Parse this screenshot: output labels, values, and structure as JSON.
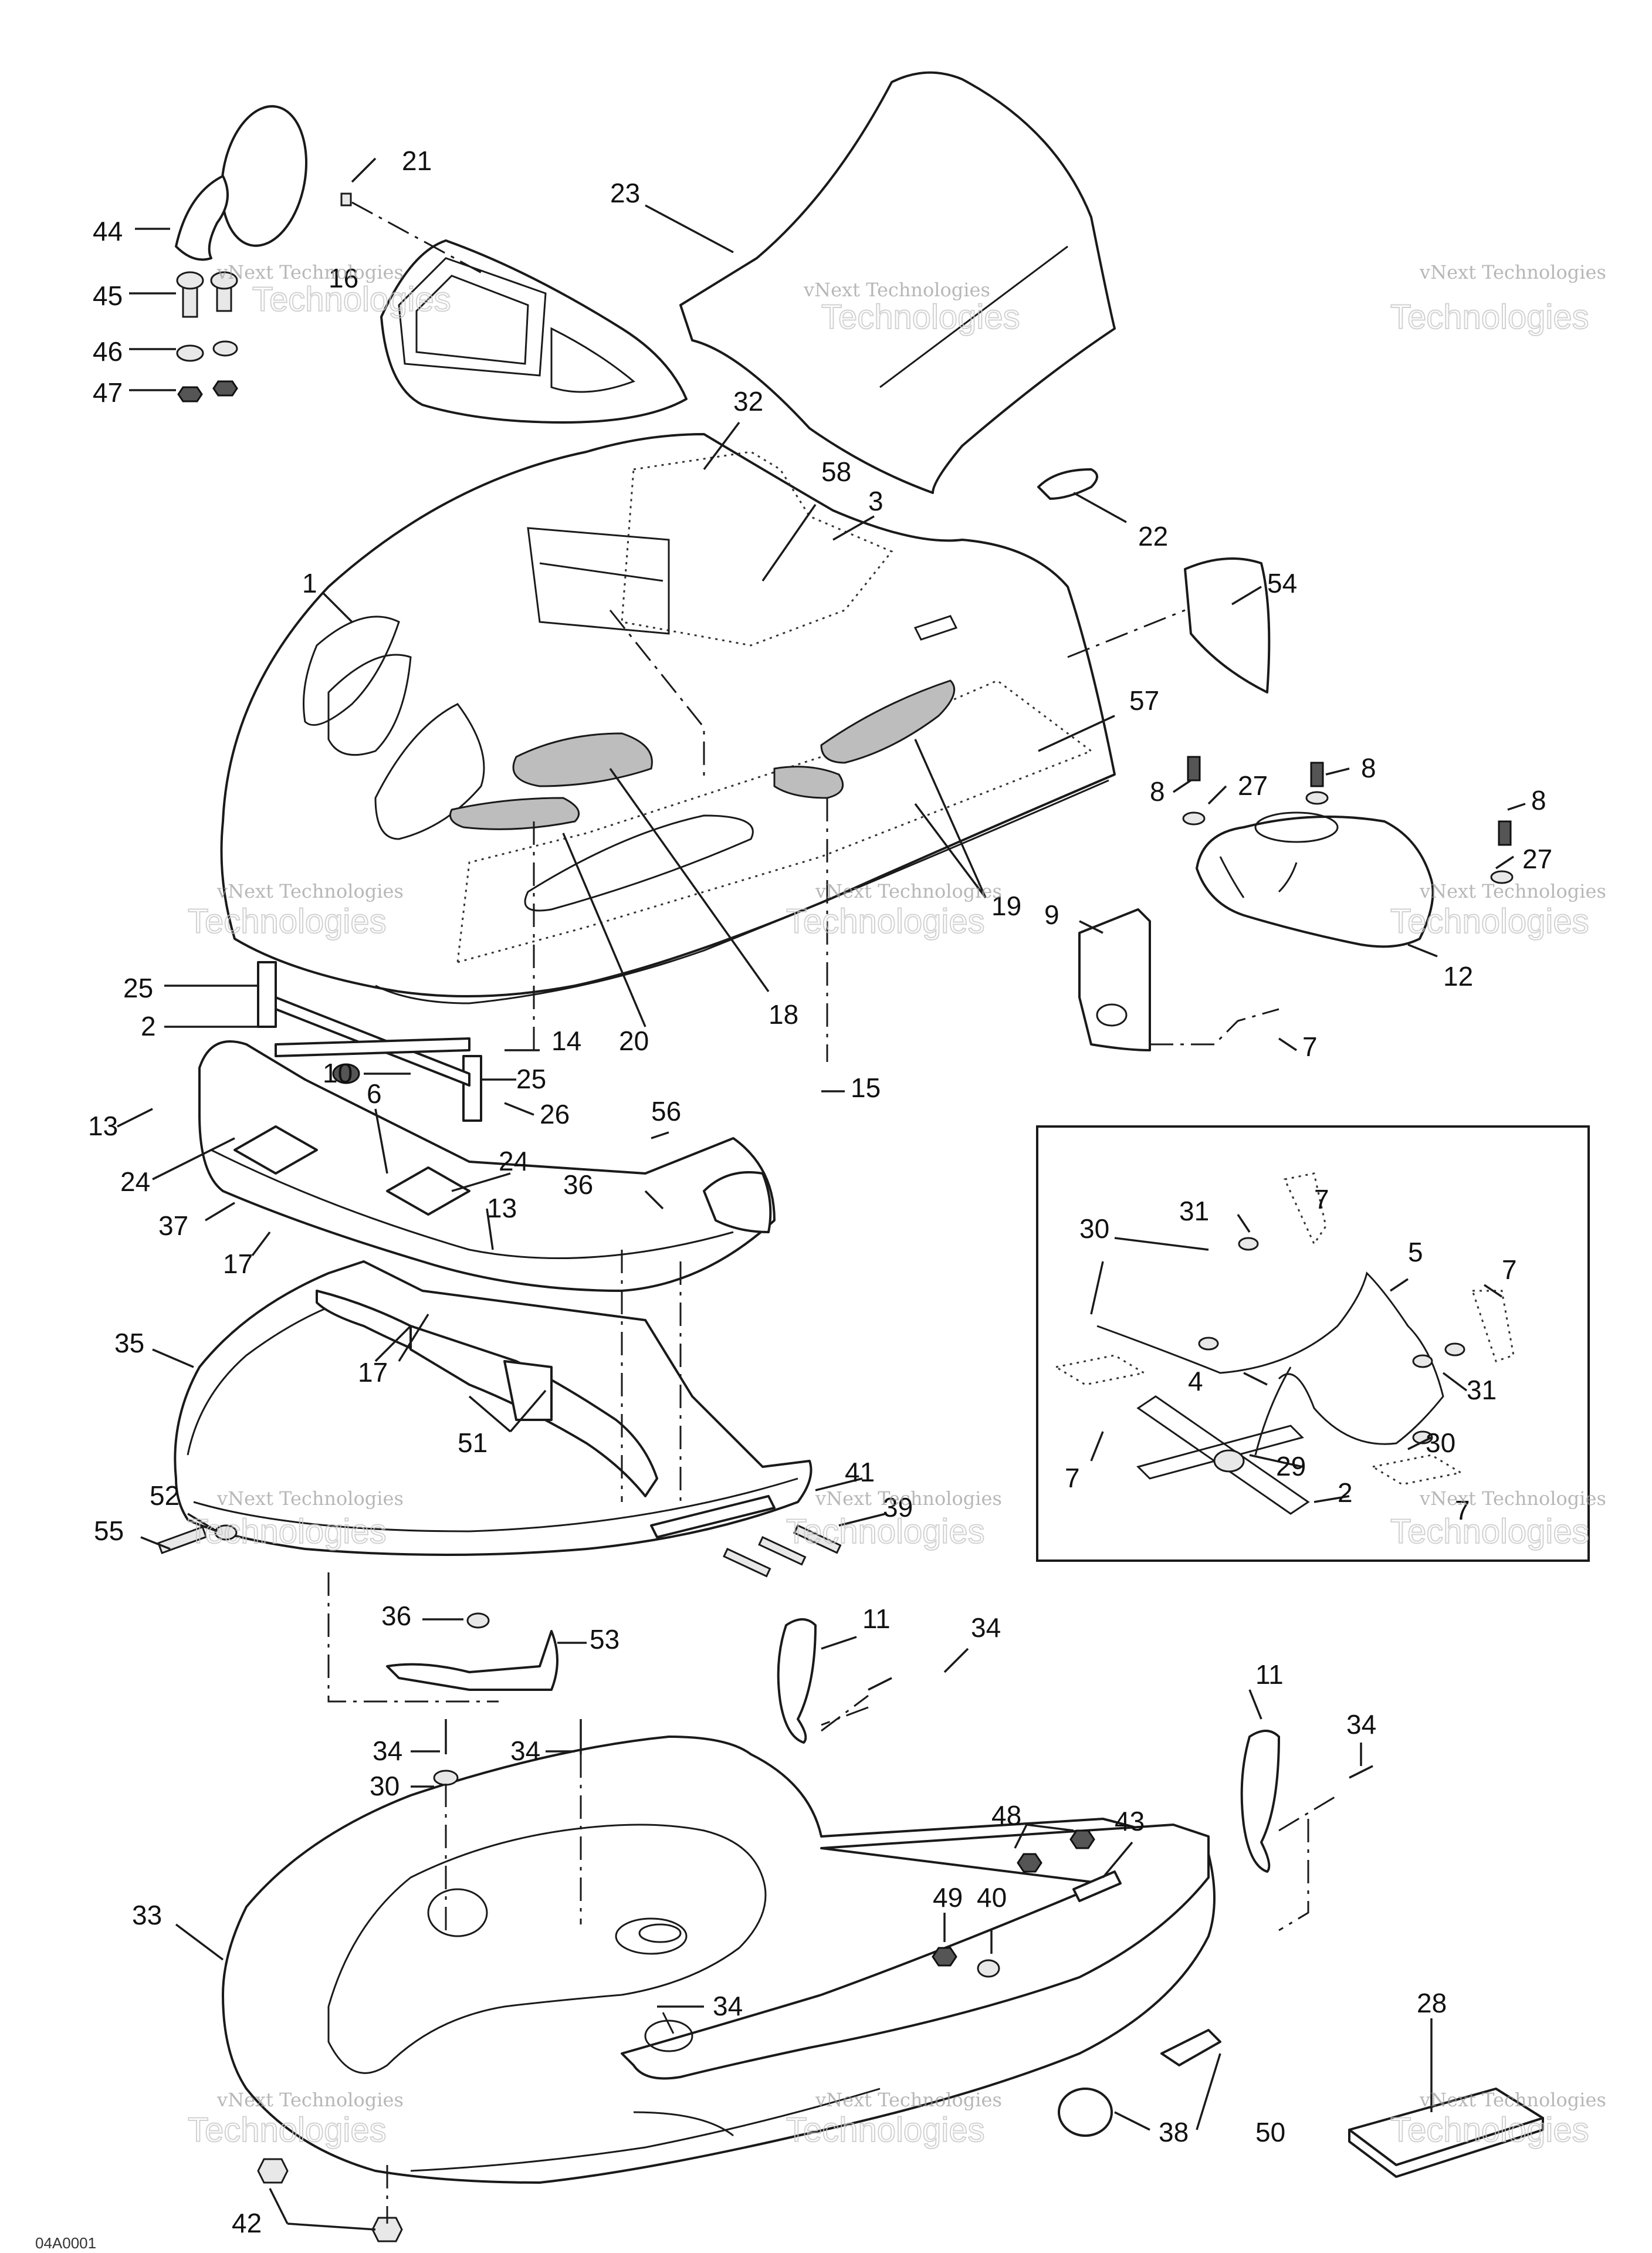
{
  "diagram": {
    "callouts": [
      "1",
      "2",
      "3",
      "5",
      "6",
      "7",
      "8",
      "9",
      "10",
      "11",
      "12",
      "13",
      "14",
      "15",
      "16",
      "17",
      "18",
      "19",
      "20",
      "21",
      "22",
      "23",
      "24",
      "25",
      "26",
      "27",
      "28",
      "29",
      "30",
      "31",
      "32",
      "33",
      "34",
      "35",
      "36",
      "37",
      "38",
      "39",
      "40",
      "41",
      "42",
      "43",
      "44",
      "45",
      "46",
      "47",
      "48",
      "49",
      "50",
      "51",
      "52",
      "53",
      "54",
      "55",
      "56",
      "57",
      "58",
      "4"
    ],
    "watermark_line1": "vNext Technologies",
    "watermark_line2": "Technologies",
    "reference_code": "04A0001"
  }
}
